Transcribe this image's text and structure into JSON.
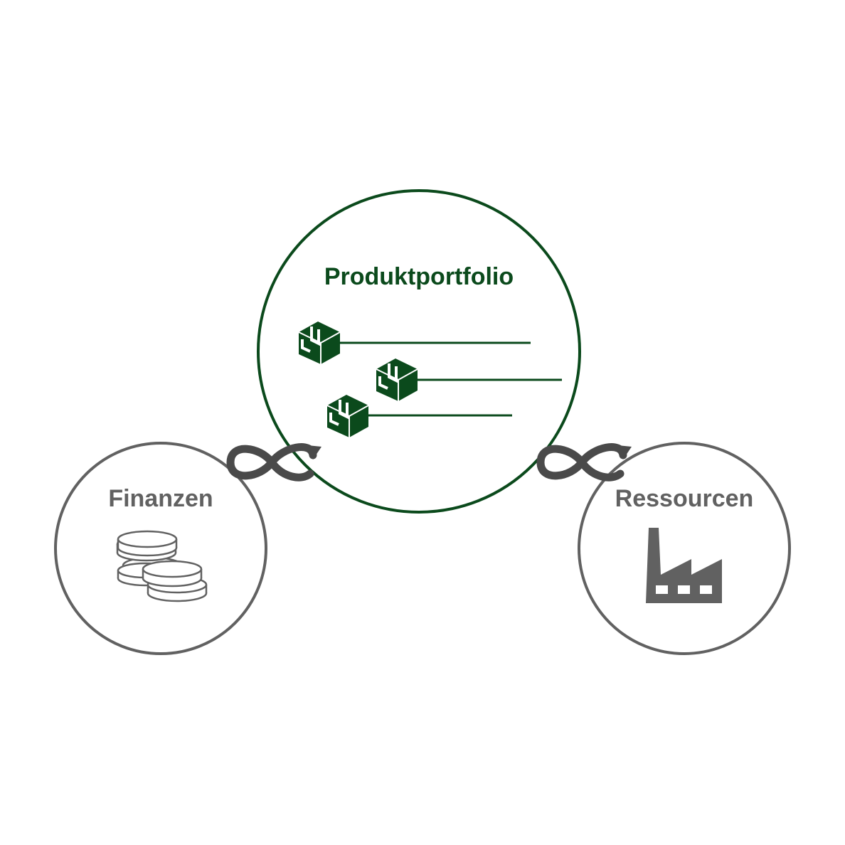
{
  "diagram": {
    "center": {
      "title": "Produktportfolio",
      "icon": "package-icon",
      "item_count": 3
    },
    "left": {
      "title": "Finanzen",
      "icon": "coins-icon"
    },
    "right": {
      "title": "Ressourcen",
      "icon": "factory-icon"
    },
    "connectors": {
      "icon": "infinity-cycle-icon"
    }
  },
  "colors": {
    "accent_green": "#0b4a1c",
    "neutral_gray": "#616161",
    "background": "#ffffff"
  }
}
